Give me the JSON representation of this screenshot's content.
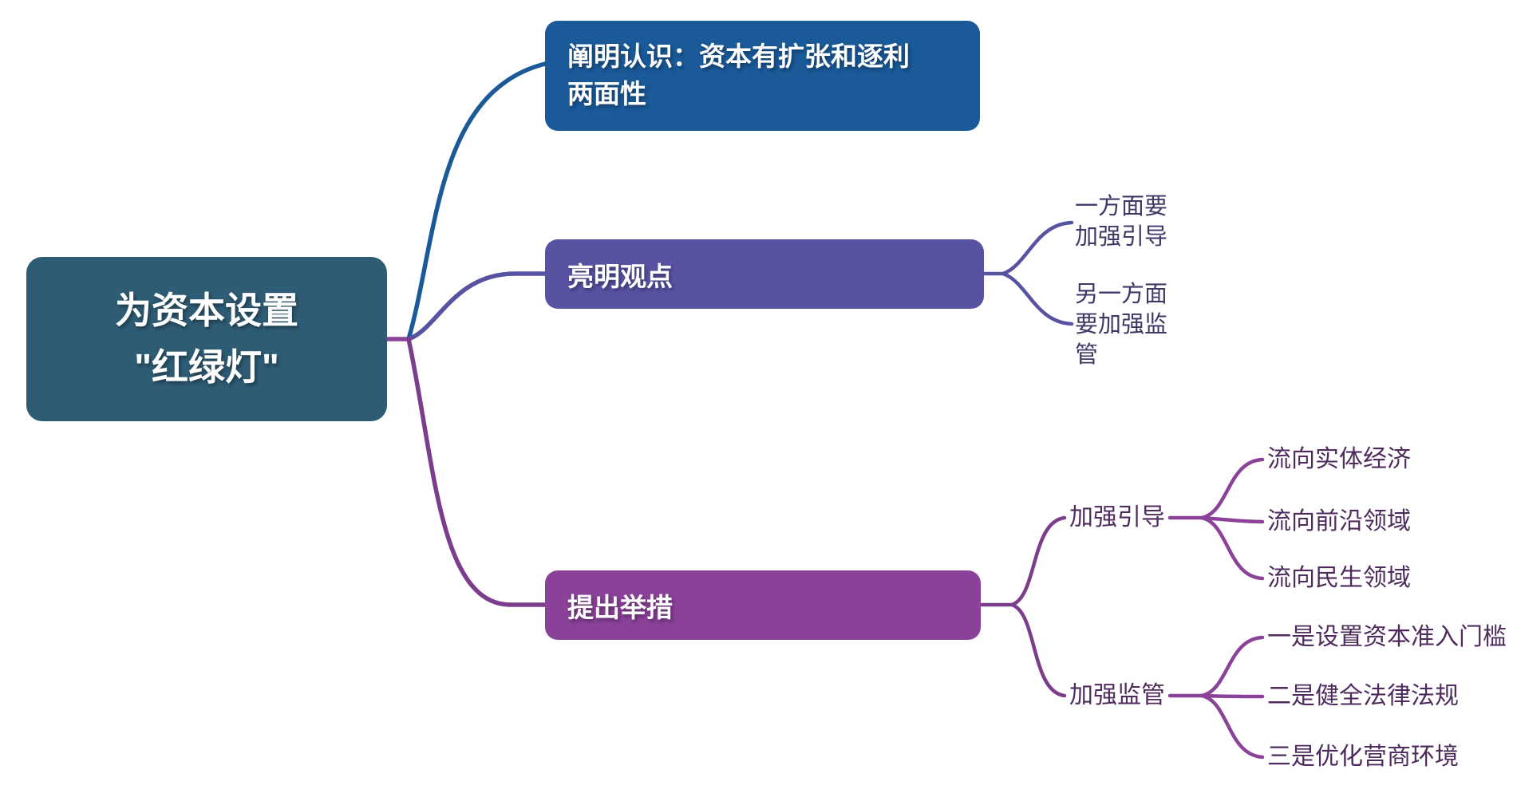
{
  "root": {
    "label": "为资本设置\n\"红绿灯\"",
    "color": "#2E5C74"
  },
  "branches": [
    {
      "label": "阐明认识：资本有扩张和逐利\n两面性",
      "color": "#1A5A99",
      "children": []
    },
    {
      "label": "亮明观点",
      "color": "#5852A3",
      "children": [
        {
          "label": "一方面要\n加强引导"
        },
        {
          "label": "另一方面要加强监管"
        }
      ]
    },
    {
      "label": "提出举措",
      "color": "#8A4198",
      "children": [
        {
          "label": "加强引导",
          "children": [
            {
              "label": "流向实体经济"
            },
            {
              "label": "流向前沿领域"
            },
            {
              "label": "流向民生领域"
            }
          ]
        },
        {
          "label": "加强监管",
          "children": [
            {
              "label": "一是设置资本准入门槛"
            },
            {
              "label": "二是健全法律法规"
            },
            {
              "label": "三是优化营商环境"
            }
          ]
        }
      ]
    }
  ],
  "colors": {
    "background": "#FFFFFF",
    "root_box": "#2E5C74",
    "branch1_box": "#1A5A99",
    "branch2_box": "#5852A3",
    "branch3_box": "#8A4198",
    "line_blue": "#1A5A99",
    "line_indigo": "#5852A3",
    "line_purple_main": "#7C3D8D",
    "line_purple_sub": "#8A4398",
    "text_level2_indigo": "#3E3867",
    "text_level2_purple": "#4E2B5C",
    "node_text": "#FFFFFF"
  }
}
